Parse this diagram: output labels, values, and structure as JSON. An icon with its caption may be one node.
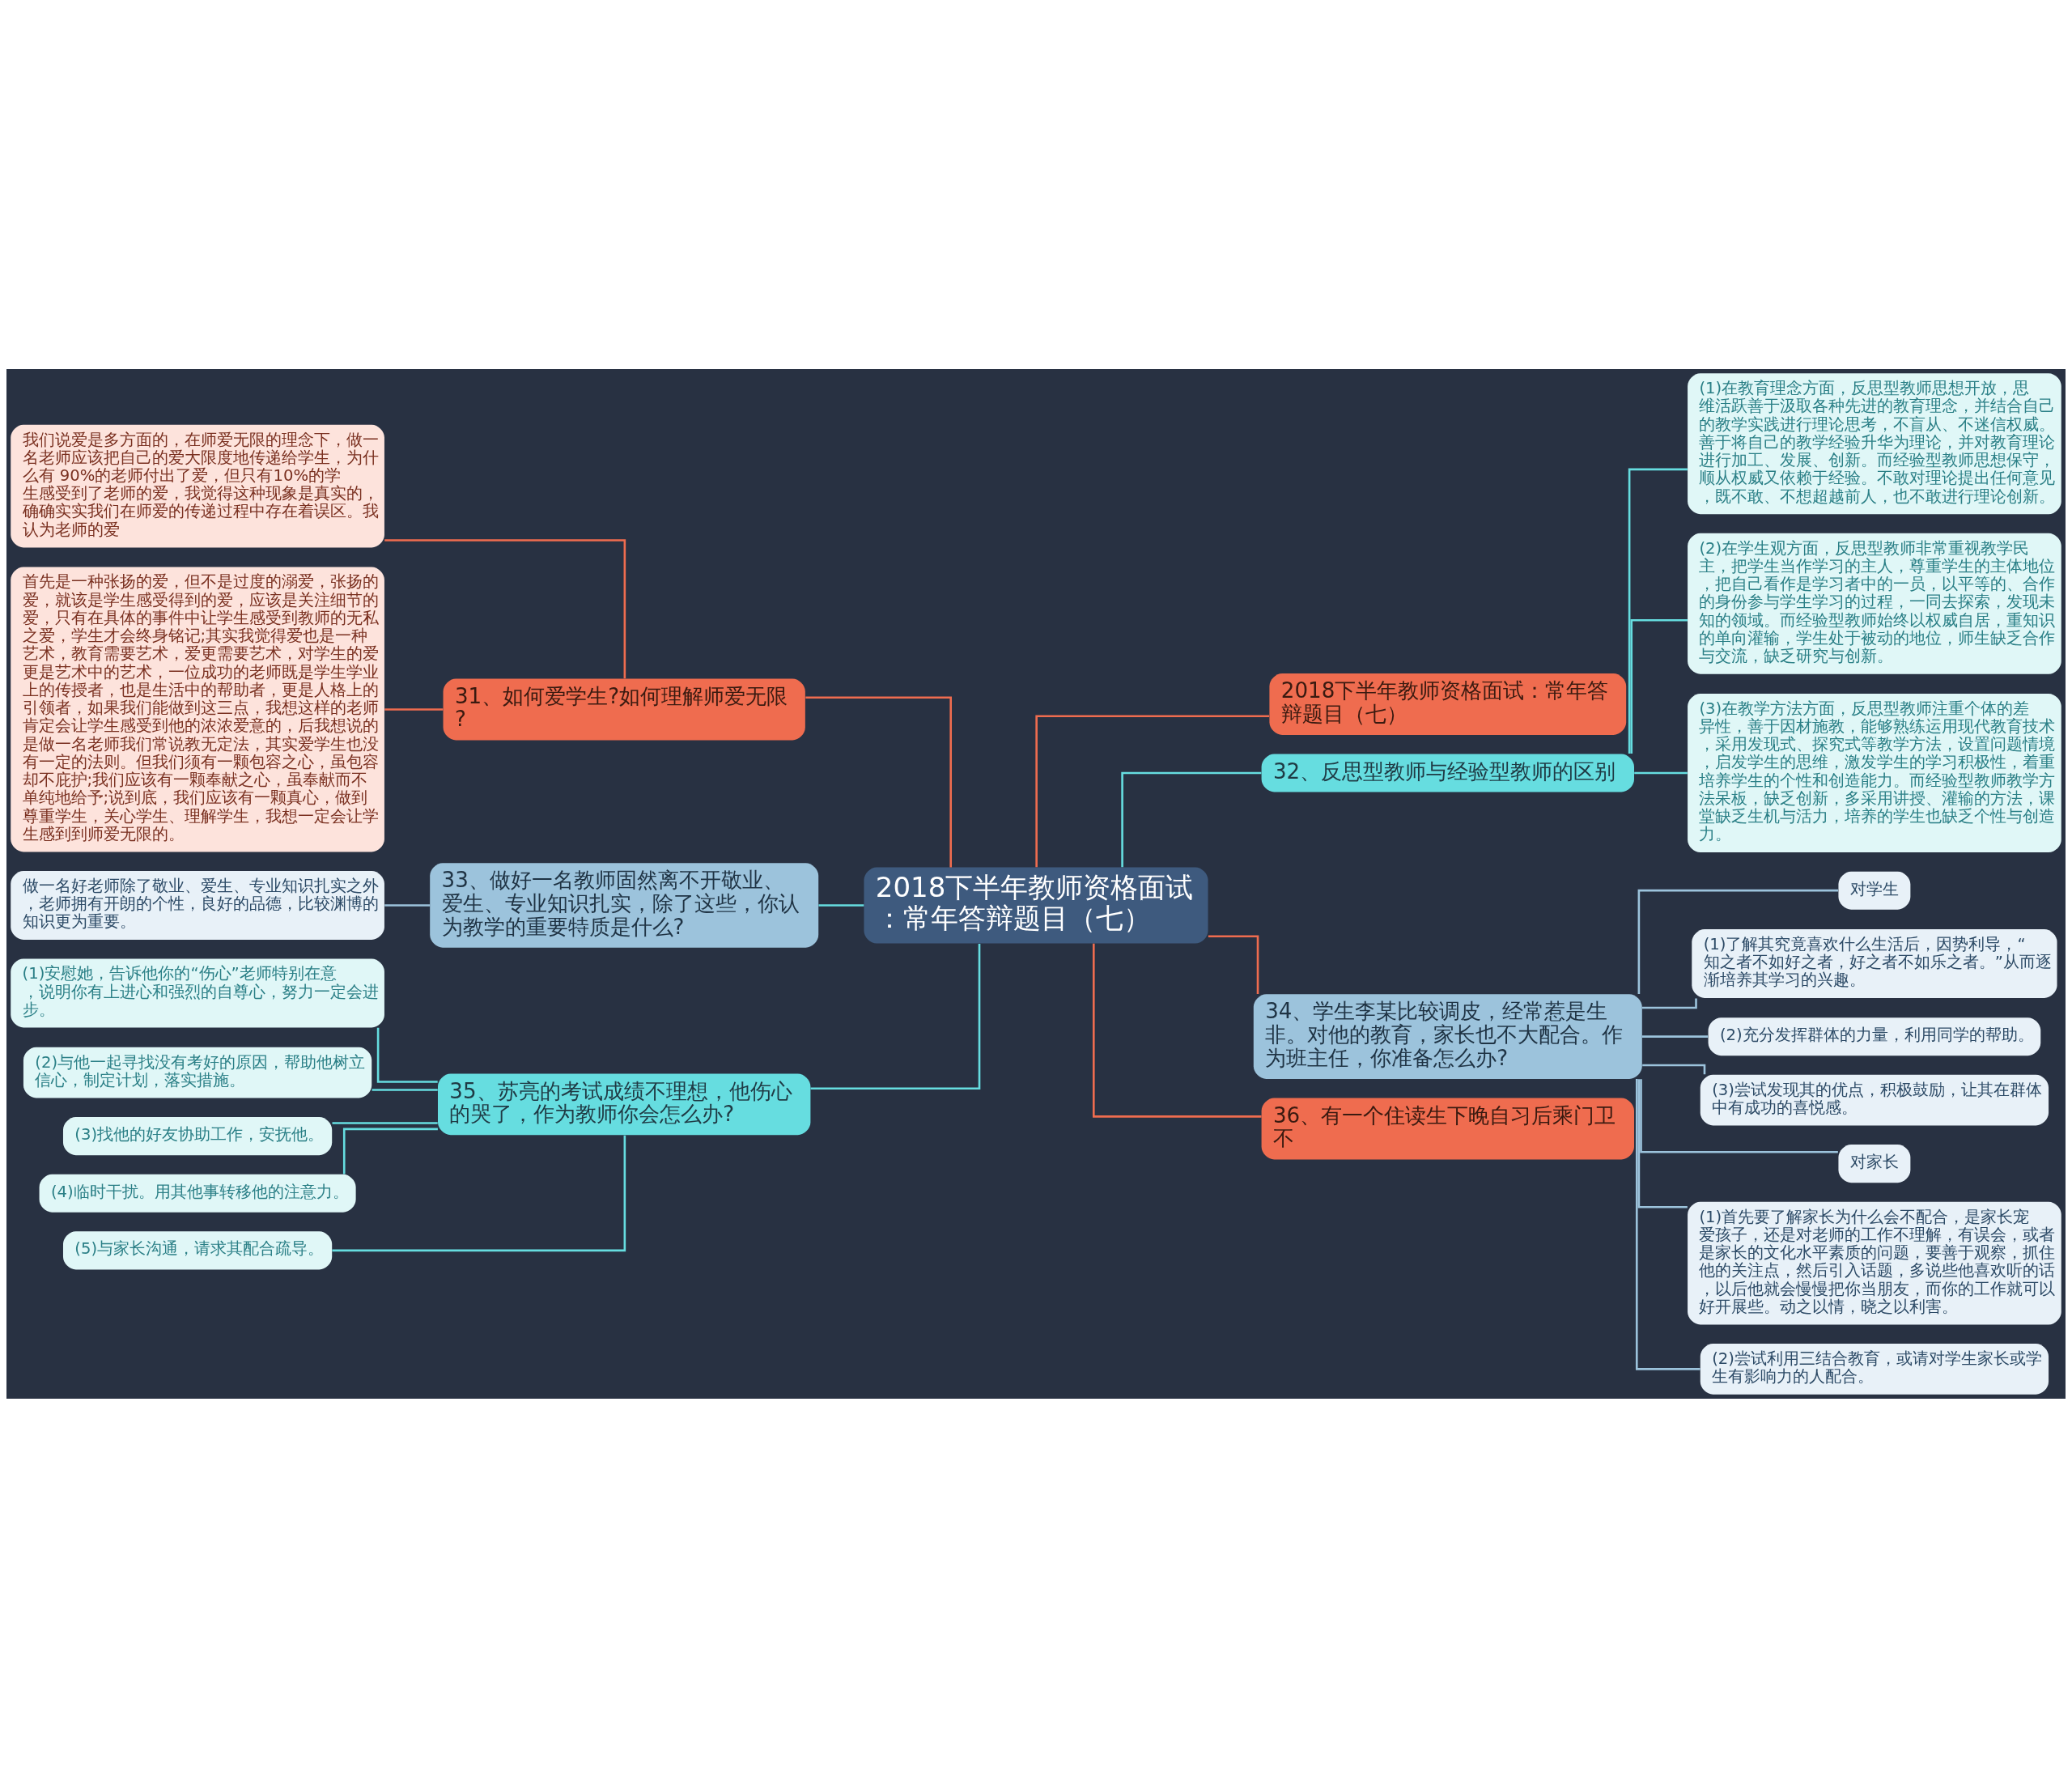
{
  "diagram": {
    "nodes": [
      {
        "text": [
          "2018下半年教师资格面试：常年答辩题目（七）"
        ]
      },
      {
        "text": [
          "31、如何爱学生?如何理解师爱无限?"
        ]
      },
      {
        "text": [
          "我们说爱是多方面的，在师爱无限的理念下，做一名老师应该把自己的爱大限度地传递给学生，为什么有 90%的老师付出了爱，但只有10%的学生感受到了老师的爱，我觉得这种现象是真实的，确确实实我们在师爱的传递过程中存在着误区。我认为老师的爱"
        ]
      },
      {
        "text": [
          "首先是一种张扬的爱，但不是过度的溺爱，张扬的爱，就该是学生感受得到的爱，应该是关注细节的爱，只有在具体的事件中让学生感受到教师的无私之爱，学生才会终身铭记;其实我觉得爱也是一种艺术，教育需要艺术，爱更需要艺术，对学生的爱更是艺术中的艺术，一位成功的老师既是学生学业上的传授者，也是生活中的帮助者，更是人格上的引领者，如果我们能做到这三点，我想这样的老师肯定会让学生感受到他的浓浓爱意的，后我想说的是做一名老师我们常说教无定法，其实爱学生也没有一定的法则。但我们须有一颗包容之心，虽包容却不庇护;我们应该有一颗奉献之心，虽奉献而不单纯地给予;说到底，我们应该有一颗真心，做到尊重学生，关心学生、理解学生，我想一定会让学生感到到师爱无限的。"
        ]
      },
      {
        "text": [
          "33、做好一名教师固然离不开敬业、爱生、专业知识扎实，除了这些，你认为教学的重要特质是什么?"
        ]
      },
      {
        "text": [
          "做一名好老师除了敬业、爱生、专业知识扎实之外，老师拥有开朗的个性，良好的品德，比较渊博的知识更为重要。"
        ]
      },
      {
        "text": [
          "35、苏亮的考试成绩不理想，他伤心的哭了，作为教师你会怎么办?"
        ]
      },
      {
        "text": [
          "(1)安慰她，告诉他你的“伤心”老师特别在意，说明你有上进心和强烈的自尊心，努力一定会进步。"
        ]
      },
      {
        "text": [
          "(2)与他一起寻找没有考好的原因，帮助他树立信心，制定计划，落实措施。"
        ]
      },
      {
        "text": [
          "(3)找他的好友协助工作，安抚他。"
        ]
      },
      {
        "text": [
          "(4)临时干扰。用其他事转移他的注意力。"
        ]
      },
      {
        "text": [
          "(5)与家长沟通，请求其配合疏导。"
        ]
      },
      {
        "text": [
          "2018下半年教师资格面试：常年答辩题目（七）"
        ]
      },
      {
        "text": [
          "32、反思型教师与经验型教师的区别"
        ]
      },
      {
        "text": [
          "(1)在教育理念方面，反思型教师思想开放，思维活跃善于汲取各种先进的教育理念，并结合自己的教学实践进行理论思考，不盲从、不迷信权威。善于将自己的教学经验升华为理论，并对教育理论进行加工、发展、创新。而经验型教师思想保守，顺从权威又依赖于经验。不敢对理论提出任何意见，既不敢、不想超越前人，也不敢进行理论创新。"
        ]
      },
      {
        "text": [
          "(2)在学生观方面，反思型教师非常重视教学民主，把学生当作学习的主人，尊重学生的主体地位，把自己看作是学习者中的一员，以平等的、合作的身份参与学生学习的过程，一同去探索，发现未知的领域。而经验型教师始终以权威自居，重知识的单向灌输，学生处于被动的地位，师生缺乏合作与交流，缺乏研究与创新。"
        ]
      },
      {
        "text": [
          "(3)在教学方法方面，反思型教师注重个体的差异性，善于因材施教，能够熟练运用现代教育技术，采用发现式、探究式等教学方法，设置问题情境，启发学生的思维，激发学生的学习积极性，着重培养学生的个性和创造能力。而经验型教师教学方法呆板，缺乏创新，多采用讲授、灌输的方法，课堂缺乏生机与活力，培养的学生也缺乏个性与创造力。"
        ]
      },
      {
        "text": [
          "34、学生李某比较调皮，经常惹是生非。对他的教育，家长也不大配合。作为班主任，你准备怎么办?"
        ]
      },
      {
        "text": [
          "对学生"
        ]
      },
      {
        "text": [
          "(1)了解其究竟喜欢什么生活后，因势利导，“知之者不如好之者，好之者不如乐之者。”从而逐渐培养其学习的兴趣。"
        ]
      },
      {
        "text": [
          "(2)充分发挥群体的力量，利用同学的帮助。"
        ]
      },
      {
        "text": [
          "(3)尝试发现其的优点，积极鼓励，让其在群体中有成功的喜悦感。"
        ]
      },
      {
        "text": [
          "对家长"
        ]
      },
      {
        "text": [
          "(1)首先要了解家长为什么会不配合，是家长宠爱孩子，还是对老师的工作不理解，有误会，或者是家长的文化水平素质的问题，要善于观察，抓住他的关注点，然后引入话题，多说些他喜欢听的话，以后他就会慢慢把你当朋友，而你的工作就可以好开展些。动之以情，晓之以利害。"
        ]
      },
      {
        "text": [
          "(2)尝试利用三结合教育，或请对学生家长或学生有影响力的人配合。"
        ]
      },
      {
        "text": [
          "36、有一个住读生下晚自习后乘门卫不"
        ]
      }
    ],
    "edges": [
      {
        "from": 0,
        "to": 1,
        "arrow": "none",
        "color": "#ef6c4f"
      },
      {
        "from": 1,
        "to": 2,
        "arrow": "none",
        "color": "#ef6c4f"
      },
      {
        "from": 1,
        "to": 3,
        "arrow": "none",
        "color": "#ef6c4f"
      },
      {
        "from": 0,
        "to": 4,
        "arrow": "none",
        "color": "#66dde0"
      },
      {
        "from": 4,
        "to": 5,
        "arrow": "none",
        "color": "#9cc3dc"
      },
      {
        "from": 0,
        "to": 6,
        "arrow": "none",
        "color": "#66dde0"
      },
      {
        "from": 6,
        "to": 7,
        "arrow": "none",
        "color": "#66dde0"
      },
      {
        "from": 6,
        "to": 8,
        "arrow": "none",
        "color": "#66dde0"
      },
      {
        "from": 6,
        "to": 9,
        "arrow": "none",
        "color": "#66dde0"
      },
      {
        "from": 6,
        "to": 10,
        "arrow": "none",
        "color": "#66dde0"
      },
      {
        "from": 6,
        "to": 11,
        "arrow": "none",
        "color": "#66dde0"
      },
      {
        "from": 0,
        "to": 12,
        "arrow": "none",
        "color": "#ef6c4f"
      },
      {
        "from": 0,
        "to": 13,
        "arrow": "none",
        "color": "#66dde0"
      },
      {
        "from": 13,
        "to": 14,
        "arrow": "none",
        "color": "#66dde0"
      },
      {
        "from": 13,
        "to": 15,
        "arrow": "none",
        "color": "#66dde0"
      },
      {
        "from": 13,
        "to": 16,
        "arrow": "none",
        "color": "#66dde0"
      },
      {
        "from": 0,
        "to": 17,
        "arrow": "none",
        "color": "#ef6c4f"
      },
      {
        "from": 17,
        "to": 18,
        "arrow": "none",
        "color": "#9cc3dc"
      },
      {
        "from": 17,
        "to": 19,
        "arrow": "none",
        "color": "#9cc3dc"
      },
      {
        "from": 17,
        "to": 20,
        "arrow": "none",
        "color": "#9cc3dc"
      },
      {
        "from": 17,
        "to": 21,
        "arrow": "none",
        "color": "#9cc3dc"
      },
      {
        "from": 17,
        "to": 22,
        "arrow": "none",
        "color": "#9cc3dc"
      },
      {
        "from": 17,
        "to": 23,
        "arrow": "none",
        "color": "#9cc3dc"
      },
      {
        "from": 17,
        "to": 24,
        "arrow": "none",
        "color": "#9cc3dc"
      },
      {
        "from": 0,
        "to": 25,
        "arrow": "none",
        "color": "#ef6c4f"
      }
    ]
  }
}
